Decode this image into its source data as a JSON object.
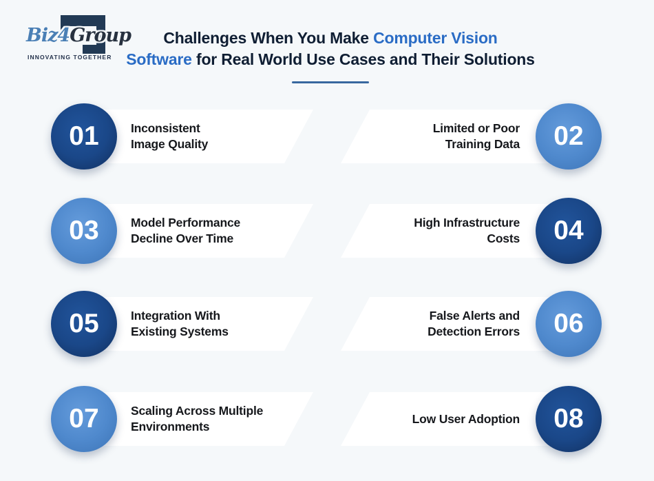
{
  "logo": {
    "brand_blue": "Biz",
    "brand_num": "4",
    "brand_dark": "Group",
    "tagline": "INNOVATING TOGETHER"
  },
  "title": {
    "line1_dark": "Challenges When You Make",
    "line1_blue": "Computer Vision",
    "line2_blue": "Software",
    "line2_dark": "for Real World Use Cases and Their Solutions"
  },
  "colors": {
    "background": "#f5f8fa",
    "title_dark": "#0f1e33",
    "title_blue": "#2a6cc5",
    "divider": "#38689f",
    "label_dark": "#16181c",
    "logo_blue": "#4a7fb5",
    "logo_dark": "#27313f",
    "logo_mark_navy": "#223a55",
    "circle_dark_gradient": [
      "#21549b",
      "#112f5e"
    ],
    "circle_light_gradient": [
      "#649bdb",
      "#3d74b6"
    ],
    "banner_white": "#ffffff"
  },
  "items": [
    {
      "number": "01",
      "title": "Inconsistent Image Quality",
      "lines": [
        "Inconsistent",
        "Image Quality"
      ],
      "side": "left",
      "tone": "dark"
    },
    {
      "number": "02",
      "title": "Limited or Poor Training Data",
      "lines": [
        "Limited or Poor",
        "Training Data"
      ],
      "side": "right",
      "tone": "light"
    },
    {
      "number": "03",
      "title": "Model Performance Decline Over Time",
      "lines": [
        "Model Performance",
        "Decline Over Time"
      ],
      "side": "left",
      "tone": "light"
    },
    {
      "number": "04",
      "title": "High Infrastructure Costs",
      "lines": [
        "High Infrastructure",
        "Costs"
      ],
      "side": "right",
      "tone": "dark"
    },
    {
      "number": "05",
      "title": "Integration With Existing Systems",
      "lines": [
        "Integration With",
        "Existing Systems"
      ],
      "side": "left",
      "tone": "dark"
    },
    {
      "number": "06",
      "title": "False Alerts and Detection Errors",
      "lines": [
        "False Alerts and",
        "Detection Errors"
      ],
      "side": "right",
      "tone": "light"
    },
    {
      "number": "07",
      "title": "Scaling Across Multiple Environments",
      "lines": [
        "Scaling Across Multiple",
        "Environments"
      ],
      "side": "left",
      "tone": "light"
    },
    {
      "number": "08",
      "title": "Low User Adoption",
      "lines": [
        "Low User Adoption"
      ],
      "side": "right",
      "tone": "dark"
    }
  ]
}
